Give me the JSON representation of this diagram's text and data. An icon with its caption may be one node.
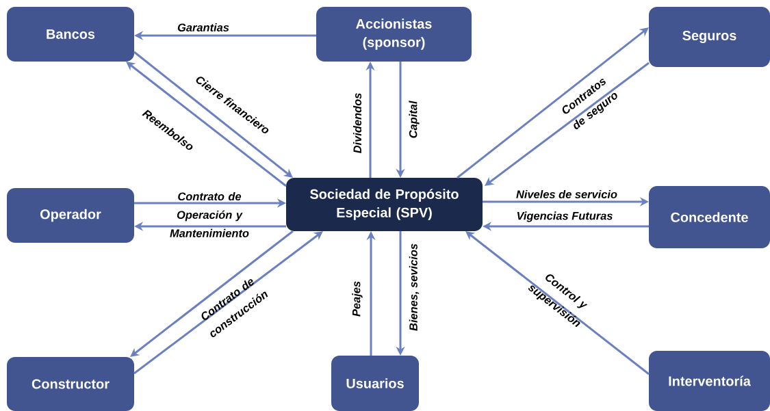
{
  "diagram": {
    "nodes": [
      {
        "text": [
          "Bancos"
        ]
      },
      {
        "text": [
          "Accionistas (sponsor)"
        ]
      },
      {
        "text": [
          "Seguros"
        ]
      },
      {
        "text": [
          "Operador"
        ]
      },
      {
        "text": [
          "Sociedad de Propósito Especial (SPV)"
        ]
      },
      {
        "text": [
          "Concedente"
        ]
      },
      {
        "text": [
          "Constructor"
        ]
      },
      {
        "text": [
          "Usuarios"
        ]
      },
      {
        "text": [
          "Interventoría"
        ]
      }
    ],
    "edges": [
      {
        "from": 1,
        "to": 0,
        "arrow": "to",
        "label": "Garantias"
      },
      {
        "from": 0,
        "to": 4,
        "arrow": "to",
        "label": "Cierre financiero"
      },
      {
        "from": 4,
        "to": 0,
        "arrow": "to",
        "label": "Reembolso"
      },
      {
        "from": 4,
        "to": 1,
        "arrow": "to",
        "label": "Dividendos"
      },
      {
        "from": 1,
        "to": 4,
        "arrow": "to",
        "label": "Capital"
      },
      {
        "from": 4,
        "to": 2,
        "arrow": "to"
      },
      {
        "from": 2,
        "to": 4,
        "arrow": "to",
        "label": "Contratos de seguro"
      },
      {
        "from": 3,
        "to": 4,
        "arrow": "to",
        "label": "Contrato de Operación y Mantenimiento"
      },
      {
        "from": 4,
        "to": 3,
        "arrow": "to"
      },
      {
        "from": 4,
        "to": 5,
        "arrow": "to",
        "label": "Niveles de servicio"
      },
      {
        "from": 5,
        "to": 4,
        "arrow": "to",
        "label": "Vigencias Futuras"
      },
      {
        "from": 4,
        "to": 6,
        "arrow": "to"
      },
      {
        "from": 6,
        "to": 4,
        "arrow": "to",
        "label": "Contrato de construcción"
      },
      {
        "from": 7,
        "to": 4,
        "arrow": "to",
        "label": "Peajes"
      },
      {
        "from": 4,
        "to": 7,
        "arrow": "to",
        "label": "Bienes, sevicios"
      },
      {
        "from": 8,
        "to": 4,
        "arrow": "to",
        "label": "Control y supervisión"
      }
    ]
  }
}
